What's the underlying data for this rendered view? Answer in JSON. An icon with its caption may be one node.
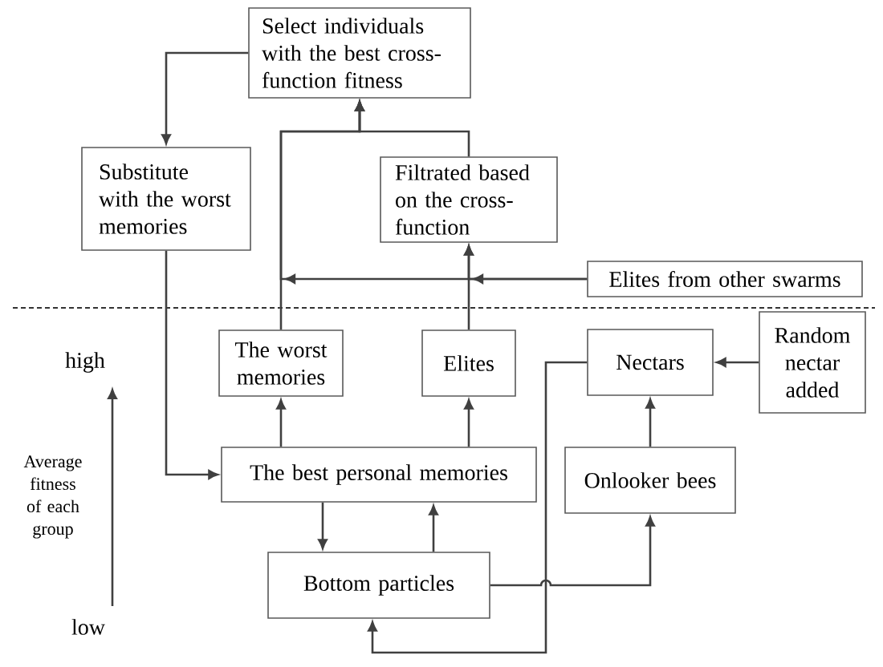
{
  "diagram": {
    "nodes": [
      {
        "text": [
          "Select individuals with the best cross-function fitness"
        ]
      },
      {
        "text": [
          "Substitute with the worst memories"
        ]
      },
      {
        "text": [
          "Filtrated based on the cross-function"
        ]
      },
      {
        "text": [
          "Elites from other swarms"
        ]
      },
      {
        "text": [
          "The worst memories"
        ]
      },
      {
        "text": [
          "Elites"
        ]
      },
      {
        "text": [
          "Nectars"
        ]
      },
      {
        "text": [
          "Random nectar added"
        ]
      },
      {
        "text": [
          "The best personal memories"
        ]
      },
      {
        "text": [
          "Onlooker bees"
        ]
      },
      {
        "text": [
          "Bottom particles"
        ]
      }
    ],
    "edges": [
      {
        "from": 0,
        "to": 1,
        "arrow": "to"
      },
      {
        "from": 1,
        "to": 8,
        "arrow": "to"
      },
      {
        "from": 4,
        "to": 0,
        "arrow": "to"
      },
      {
        "from": 2,
        "to": 0,
        "arrow": "to"
      },
      {
        "from": 5,
        "to": 2,
        "arrow": "to"
      },
      {
        "from": 3,
        "to": 2,
        "arrow": "to"
      },
      {
        "from": 3,
        "to": 0,
        "arrow": "to"
      },
      {
        "from": 8,
        "to": 4,
        "arrow": "to"
      },
      {
        "from": 8,
        "to": 5,
        "arrow": "to"
      },
      {
        "from": 8,
        "to": 10,
        "arrow": "to"
      },
      {
        "from": 10,
        "to": 8,
        "arrow": "to"
      },
      {
        "from": 10,
        "to": 9,
        "arrow": "to"
      },
      {
        "from": 6,
        "to": 10,
        "arrow": "to"
      },
      {
        "from": 9,
        "to": 6,
        "arrow": "to"
      },
      {
        "from": 7,
        "to": 6,
        "arrow": "to"
      }
    ],
    "labels": [
      "high",
      "Average fitness of each group",
      "low"
    ]
  }
}
